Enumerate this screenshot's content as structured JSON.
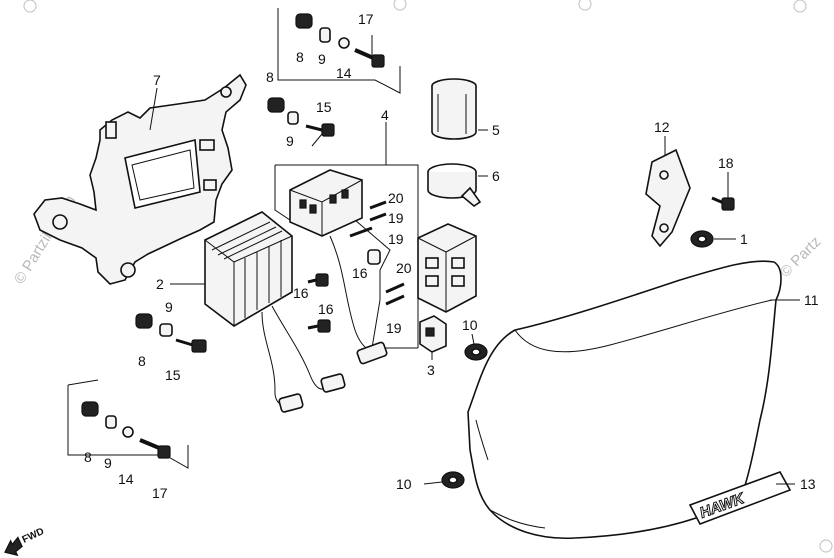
{
  "watermark": {
    "text": "© Partzilla.com",
    "secondary": "© Partz"
  },
  "fwd_label": "FWD",
  "emblem_text": "HAWK",
  "callouts": {
    "c1": "1",
    "c2": "2",
    "c3": "3",
    "c4": "4",
    "c5": "5",
    "c6": "6",
    "c7": "7",
    "c8a": "8",
    "c8b": "8",
    "c8c": "8",
    "c8d": "8",
    "c9a": "9",
    "c9b": "9",
    "c9c": "9",
    "c9d": "9",
    "c10a": "10",
    "c10b": "10",
    "c11": "11",
    "c12": "12",
    "c13": "13",
    "c14a": "14",
    "c14b": "14",
    "c15a": "15",
    "c15b": "15",
    "c16a": "16",
    "c16b": "16",
    "c16c": "16",
    "c17a": "17",
    "c17b": "17",
    "c18": "18",
    "c19a": "19",
    "c19b": "19",
    "c19c": "19",
    "c20a": "20",
    "c20b": "20"
  }
}
